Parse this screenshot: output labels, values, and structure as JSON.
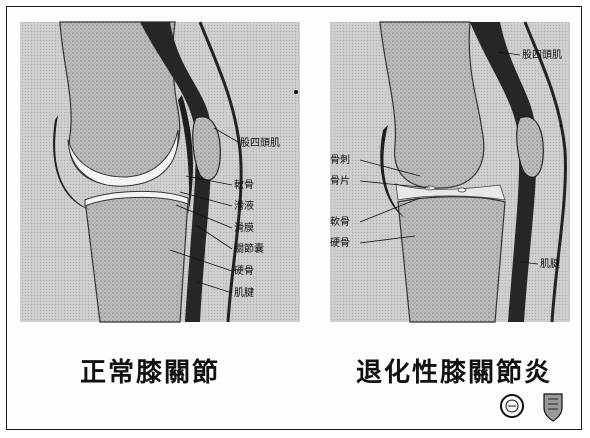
{
  "left_panel": {
    "title": "正常膝關節",
    "labels": {
      "tendon": "股四頭肌",
      "cartilage": "軟骨",
      "synovial_fluid": "滑液",
      "synovium": "滑膜",
      "joint_capsule": "關節囊",
      "bone": "硬骨",
      "muscle": "肌腱"
    }
  },
  "right_panel": {
    "title": "退化性膝關節炎",
    "labels": {
      "tendon": "股四頭肌",
      "bone_spur": "骨刺",
      "bone_fragment": "骨片",
      "cartilage": "軟骨",
      "bone": "硬骨",
      "muscle": "肌腱"
    }
  },
  "logos": [
    {
      "name": "circular-seal-icon"
    },
    {
      "name": "university-crest-icon"
    }
  ],
  "colors": {
    "bone": "#b8b8b8",
    "bone_stipple": "#8a8a8a",
    "tendon": "#2a2a2a",
    "cartilage": "#f2f2f2",
    "soft_tissue": "#9a9a9a"
  }
}
